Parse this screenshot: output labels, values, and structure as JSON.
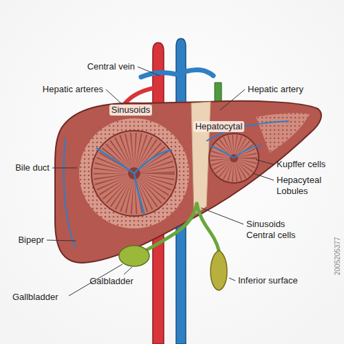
{
  "diagram": {
    "labels": [
      "Central vein",
      "Hepatic arteres",
      "Sinusoids",
      "Hepatic artery",
      "Hepatocytal",
      "Bile duct",
      "Kupffer cells",
      "Hepacyteal Lobules",
      "Bipepr",
      "Sinusoids Central cells",
      "Galbladder",
      "Inferior surface",
      "Gallbladder",
      "2005205377"
    ]
  }
}
